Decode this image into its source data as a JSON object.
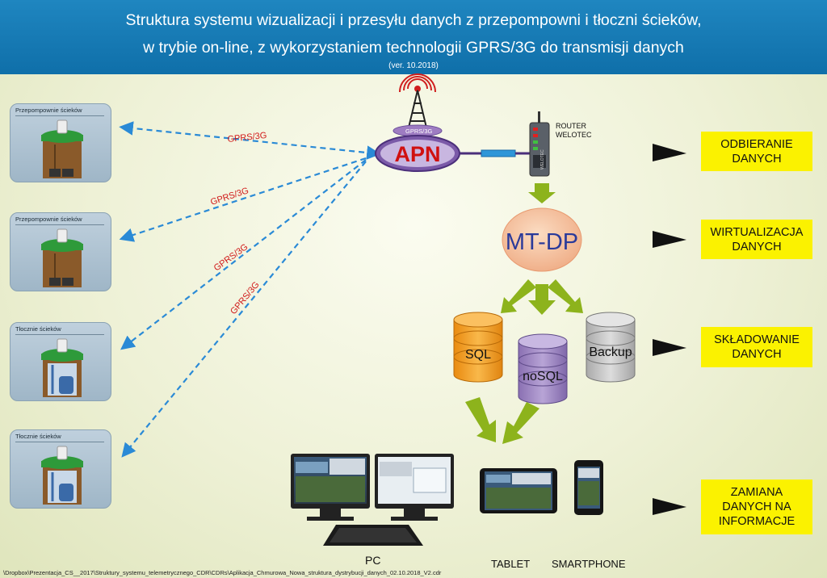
{
  "header": {
    "line1": "Struktura systemu wizualizacji i przesyłu danych z przepompowni i tłoczni ścieków,",
    "line2": "w trybie on-line, z wykorzystaniem technologii GPRS/3G do transmisji danych",
    "version": "(ver. 10.2018)"
  },
  "panels": [
    {
      "title": "Przepompownie ścieków"
    },
    {
      "title": "Przepompownie ścieków"
    },
    {
      "title": "Tłocznie ścieków"
    },
    {
      "title": "Tłocznie ścieków"
    }
  ],
  "links": [
    "GPRS/3G",
    "GPRS/3G",
    "GPRS/3G",
    "GPRS/3G"
  ],
  "tower_label": "GPRS/3G",
  "apn": "APN",
  "router": {
    "line1": "ROUTER",
    "line2": "WELOTEC",
    "device_text": "WELOTEC"
  },
  "hub": "MT-DP",
  "databases": [
    "SQL",
    "noSQL",
    "Backup"
  ],
  "stages": [
    {
      "line1": "ODBIERANIE",
      "line2": "DANYCH"
    },
    {
      "line1": "WIRTUALIZACJA",
      "line2": "DANYCH"
    },
    {
      "line1": "SKŁADOWANIE",
      "line2": "DANYCH"
    },
    {
      "line1": "ZAMIANA",
      "line2": "DANYCH NA",
      "line3": "INFORMACJE"
    }
  ],
  "devices": {
    "pc": "PC",
    "tablet": "TABLET",
    "smartphone": "SMARTPHONE"
  },
  "footer": "\\Dropbox\\Prezentacja_CS__2017\\Struktury_systemu_telemetrycznego_CDR\\CDRs\\Aplikacja_Chmurowa_Nowa_struktura_dystrybucji_danych_02.10.2018_V2.cdr",
  "colors": {
    "header": "#1480bc",
    "stage_box": "#fbf200",
    "arrow_green": "#8db31c",
    "link_blue": "#2a8ad6",
    "link_label": "#d01818",
    "sql": "#f4a020",
    "nosql": "#9a82c0",
    "backup": "#c4c4c4",
    "hub": "#f6c4a0"
  }
}
